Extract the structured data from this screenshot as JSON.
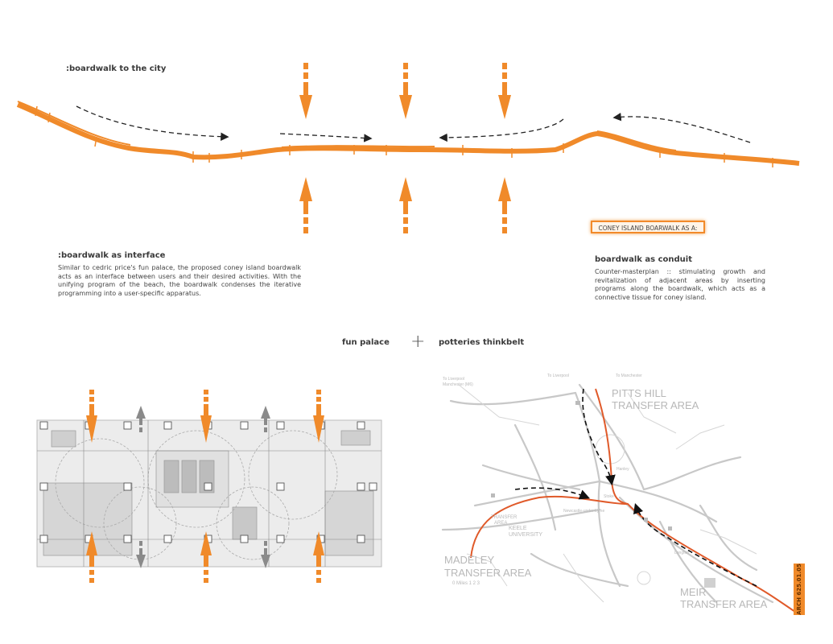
{
  "headings": {
    "boardwalk_to_city": ":boardwalk to the city",
    "boardwalk_interface": ":boardwalk as interface",
    "boardwalk_conduit": "boardwalk as conduit",
    "fun_palace": "fun palace",
    "plus": "+",
    "potteries": "potteries thinkbelt"
  },
  "texts": {
    "interface": "Similar to cedric price's fun palace, the proposed coney island boardwalk acts as an interface between users and their desired activities. With the unifying program of the beach, the boardwalk condenses the iterative programming into a user-specific apparatus.",
    "conduit": "Counter-masterplan :: stimulating growth and revitalization of adjacent areas by inserting programs along the boardwalk, which acts as a connective tissue for coney island."
  },
  "tag": "CONEY ISLAND BOARWALK AS A:",
  "sheet_code": "ARCH 625.01.05",
  "map": {
    "pitts_hill_1": "PITTS HILL",
    "pitts_hill_2": "TRANSFER AREA",
    "madeley_1": "MADELEY",
    "madeley_2": "TRANSFER AREA",
    "meir_1": "MEIR",
    "meir_2": "TRANSFER AREA",
    "keele_1": "KEELE",
    "keele_2": "UNIVERSITY",
    "transfer_1": "TRANSFER",
    "transfer_2": "AREA",
    "to_liverpool": "To Liverpool",
    "manchester": "Manchester (M6)",
    "to_manchester": "To Manchester",
    "to_liverpool_2": "To Liverpool",
    "scale": "0 Miles  1    2    3",
    "stoke": "Stoke",
    "hanley": "Hanley",
    "newcastle": "Newcastle-under-Lyme",
    "longton": "Longton"
  },
  "colors": {
    "orange": "#f08a2a",
    "map_red": "#e05a2a",
    "map_gray": "#c8c8c8",
    "arrow_gray": "#8a8a8a"
  }
}
